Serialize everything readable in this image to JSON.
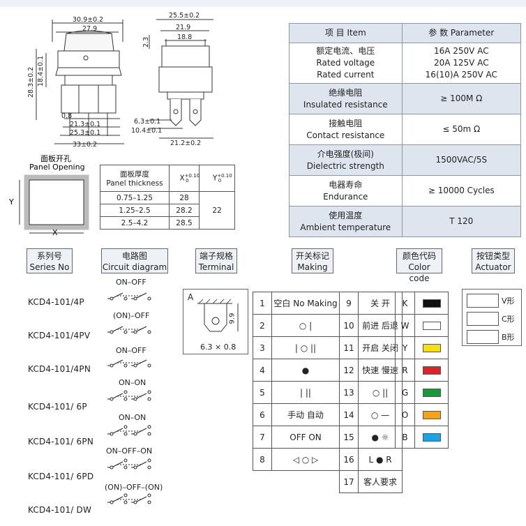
{
  "drawing": {
    "dims_front": [
      "30.9±0.2",
      "27.9",
      "28.3±0.2",
      "18.4±0.1",
      "0.8",
      "21.3±0.1",
      "25.3±0.1",
      "33±0.2"
    ],
    "dims_side": [
      "25.5±0.2",
      "21.9",
      "18.8",
      "2.3",
      "6.3±0.1",
      "10.4±0.1",
      "21.2±0.2"
    ],
    "panel_opening_cn": "面板开孔",
    "panel_opening_en": "Panel Opening",
    "axis_x": "X",
    "axis_y": "Y"
  },
  "panel_table": {
    "h1_cn": "面板厚度",
    "h1_en": "Panel thickness",
    "h2": "X+0.10 0",
    "h3": "Y+0.10 0",
    "rows": [
      {
        "t": "0.75–1.25",
        "x": "28"
      },
      {
        "t": "1.25–2.5",
        "x": "28.2"
      },
      {
        "t": "2.5–4.2",
        "x": "28.5"
      }
    ],
    "y_value": "22"
  },
  "spec": {
    "head_item": "项 目   Item",
    "head_param": "参 数   Parameter",
    "rows": [
      {
        "item": [
          "额定电流、电压",
          "Rated voltage",
          "Rated current"
        ],
        "param": [
          "16A  250V AC",
          "20A  125V AC",
          "16(10)A  250V AC"
        ]
      },
      {
        "item": [
          "绝缘电阻",
          "Insulated resistance"
        ],
        "param": [
          "≥ 100M Ω"
        ]
      },
      {
        "item": [
          "接触电阻",
          "Contact resistance"
        ],
        "param": [
          "≤ 50m Ω"
        ]
      },
      {
        "item": [
          "介电强度(极间)",
          "Dielectric strength"
        ],
        "param": [
          "1500VAC/5S"
        ]
      },
      {
        "item": [
          "电器寿命",
          "Endurance"
        ],
        "param": [
          "≥ 10000 Cycles"
        ]
      },
      {
        "item": [
          "使用温度",
          "Ambient temperature"
        ],
        "param": [
          "T 120"
        ]
      }
    ]
  },
  "headers": {
    "series": [
      "系列号",
      "Series No"
    ],
    "circuit": [
      "电路图",
      "Circuit diagram"
    ],
    "terminal": [
      "端子规格",
      "Terminal"
    ],
    "making": [
      "开关标记",
      "Making"
    ],
    "color": [
      "颜色代码",
      "Color code"
    ],
    "actuator": [
      "按钮类型",
      "Actuator"
    ]
  },
  "series_list": [
    {
      "name": "KCD4-101/4P",
      "circuit": "ON–OFF"
    },
    {
      "name": "KCD4-101/4PV",
      "circuit": "(ON)–OFF"
    },
    {
      "name": "KCD4-101/4PN",
      "circuit": "ON–OFF"
    },
    {
      "name": "KCD4-101/ 6P",
      "circuit": "ON–ON"
    },
    {
      "name": "KCD4-101/ 6PN",
      "circuit": "ON–ON"
    },
    {
      "name": "KCD4-101/ 6PD",
      "circuit": "ON–OFF–ON"
    },
    {
      "name": "KCD4-101/ DW",
      "circuit": "(ON)–OFF–(ON)"
    }
  ],
  "terminal": {
    "label": "A",
    "dim_h": "9.9",
    "dim_w": "6.3 × 0.8"
  },
  "making": {
    "rows": [
      {
        "n": "1",
        "s": "空白 No Making",
        "n2": "9",
        "s2": "关  开"
      },
      {
        "n": "2",
        "s": "○      |",
        "n2": "10",
        "s2": "前进  后退"
      },
      {
        "n": "3",
        "s": "|  ○  ||",
        "n2": "11",
        "s2": "开启  关闭"
      },
      {
        "n": "4",
        "s": "●",
        "n2": "12",
        "s2": "快速  慢速"
      },
      {
        "n": "5",
        "s": "|      ||",
        "n2": "13",
        "s2": "○  ||"
      },
      {
        "n": "6",
        "s": "手动    自动",
        "n2": "14",
        "s2": "○  —"
      },
      {
        "n": "7",
        "s": "OFF      ON",
        "n2": "15",
        "s2": "●  ☼"
      },
      {
        "n": "8",
        "s": "◁  ○  ▷",
        "n2": "16",
        "s2": "L  ●  R"
      }
    ],
    "last": {
      "n2": "17",
      "s2": "客人要求"
    }
  },
  "color_codes": [
    {
      "code": "K",
      "hex": "#111111"
    },
    {
      "code": "W",
      "hex": "#ffffff"
    },
    {
      "code": "Y",
      "hex": "#f4e012"
    },
    {
      "code": "R",
      "hex": "#e0202a"
    },
    {
      "code": "G",
      "hex": "#139a3a"
    },
    {
      "code": "O",
      "hex": "#f4a21a"
    },
    {
      "code": "B",
      "hex": "#1ea0e6"
    }
  ],
  "actuators": [
    {
      "label": "V形"
    },
    {
      "label": "C形"
    },
    {
      "label": "B形"
    }
  ]
}
